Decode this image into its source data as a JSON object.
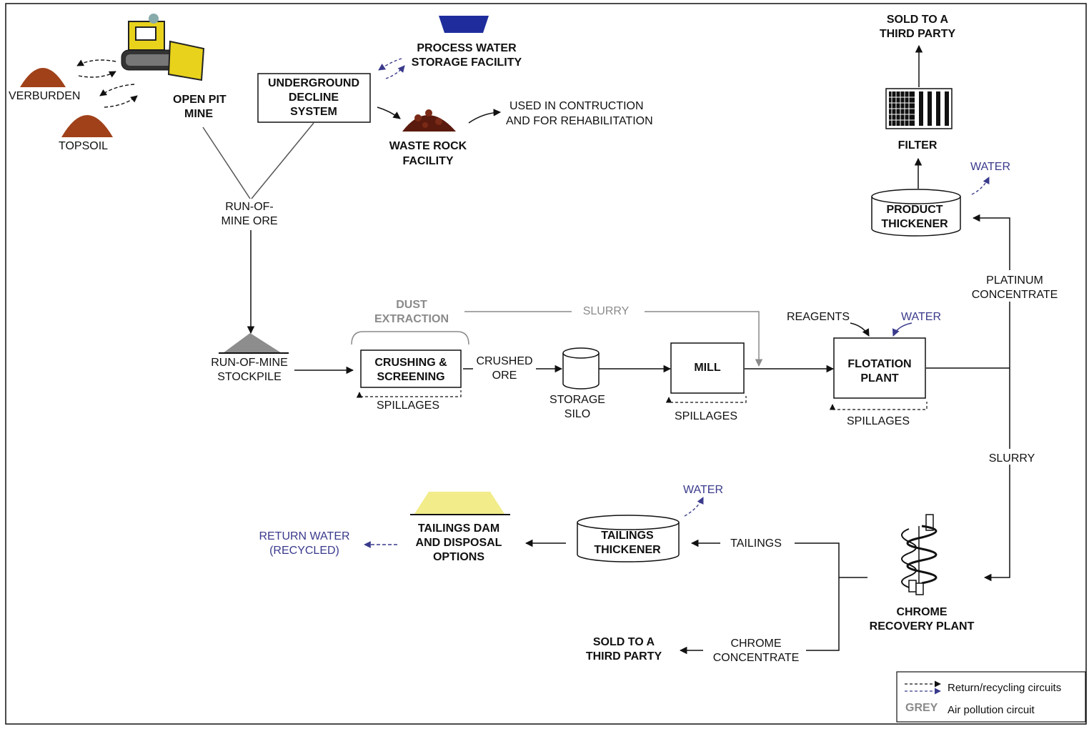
{
  "nodes": {
    "overburden": "VERBURDEN",
    "topsoil": "TOPSOIL",
    "open_pit_mine": [
      "OPEN PIT",
      "MINE"
    ],
    "underground": [
      "UNDERGROUND",
      "DECLINE",
      "SYSTEM"
    ],
    "process_water": [
      "PROCESS WATER",
      "STORAGE FACILITY"
    ],
    "waste_rock": [
      "WASTE ROCK",
      "FACILITY"
    ],
    "used_in_construction": [
      "USED IN CONTRUCTION",
      "AND FOR REHABILITATION"
    ],
    "run_of_mine_ore": [
      "RUN-OF-",
      "MINE ORE"
    ],
    "rom_stockpile": [
      "RUN-OF-MINE",
      "STOCKPILE"
    ],
    "dust_extraction": [
      "DUST",
      "EXTRACTION"
    ],
    "slurry_top": "SLURRY",
    "crushing": [
      "CRUSHING &",
      "SCREENING"
    ],
    "crushed_ore": [
      "CRUSHED",
      "ORE"
    ],
    "storage_silo": [
      "STORAGE",
      "SILO"
    ],
    "mill": "MILL",
    "reagents": "REAGENTS",
    "water_flotation": "WATER",
    "flotation": [
      "FLOTATION",
      "PLANT"
    ],
    "spillages_1": "SPILLAGES",
    "spillages_2": "SPILLAGES",
    "spillages_3": "SPILLAGES",
    "sold_top": [
      "SOLD TO A",
      "THIRD PARTY"
    ],
    "filter": "FILTER",
    "water_product": "WATER",
    "product_thickener": [
      "PRODUCT",
      "THICKENER"
    ],
    "platinum_concentrate": [
      "PLATINUM",
      "CONCENTRATE"
    ],
    "slurry_right": "SLURRY",
    "chrome_recovery": [
      "CHROME",
      "RECOVERY PLANT"
    ],
    "tailings": "TAILINGS",
    "water_tailings": "WATER",
    "tailings_thickener": [
      "TAILINGS",
      "THICKENER"
    ],
    "tailings_dam": [
      "TAILINGS DAM",
      "AND DISPOSAL",
      "OPTIONS"
    ],
    "return_water": [
      "RETURN WATER",
      "(RECYCLED)"
    ],
    "chrome_concentrate": [
      "CHROME",
      "CONCENTRATE"
    ],
    "sold_bottom": [
      "SOLD TO A",
      "THIRD PARTY"
    ]
  },
  "legend": {
    "recycling": "Return/recycling circuits",
    "grey_key": "GREY",
    "air": "Air pollution circuit"
  },
  "colors": {
    "line": "#111111",
    "grey": "#8a8a8a",
    "water_blue": "#3a3a8c",
    "soil_brown": "#a0411a",
    "tailings_yellow": "#f2ec8a",
    "process_water_blue": "#1f2d9c"
  }
}
